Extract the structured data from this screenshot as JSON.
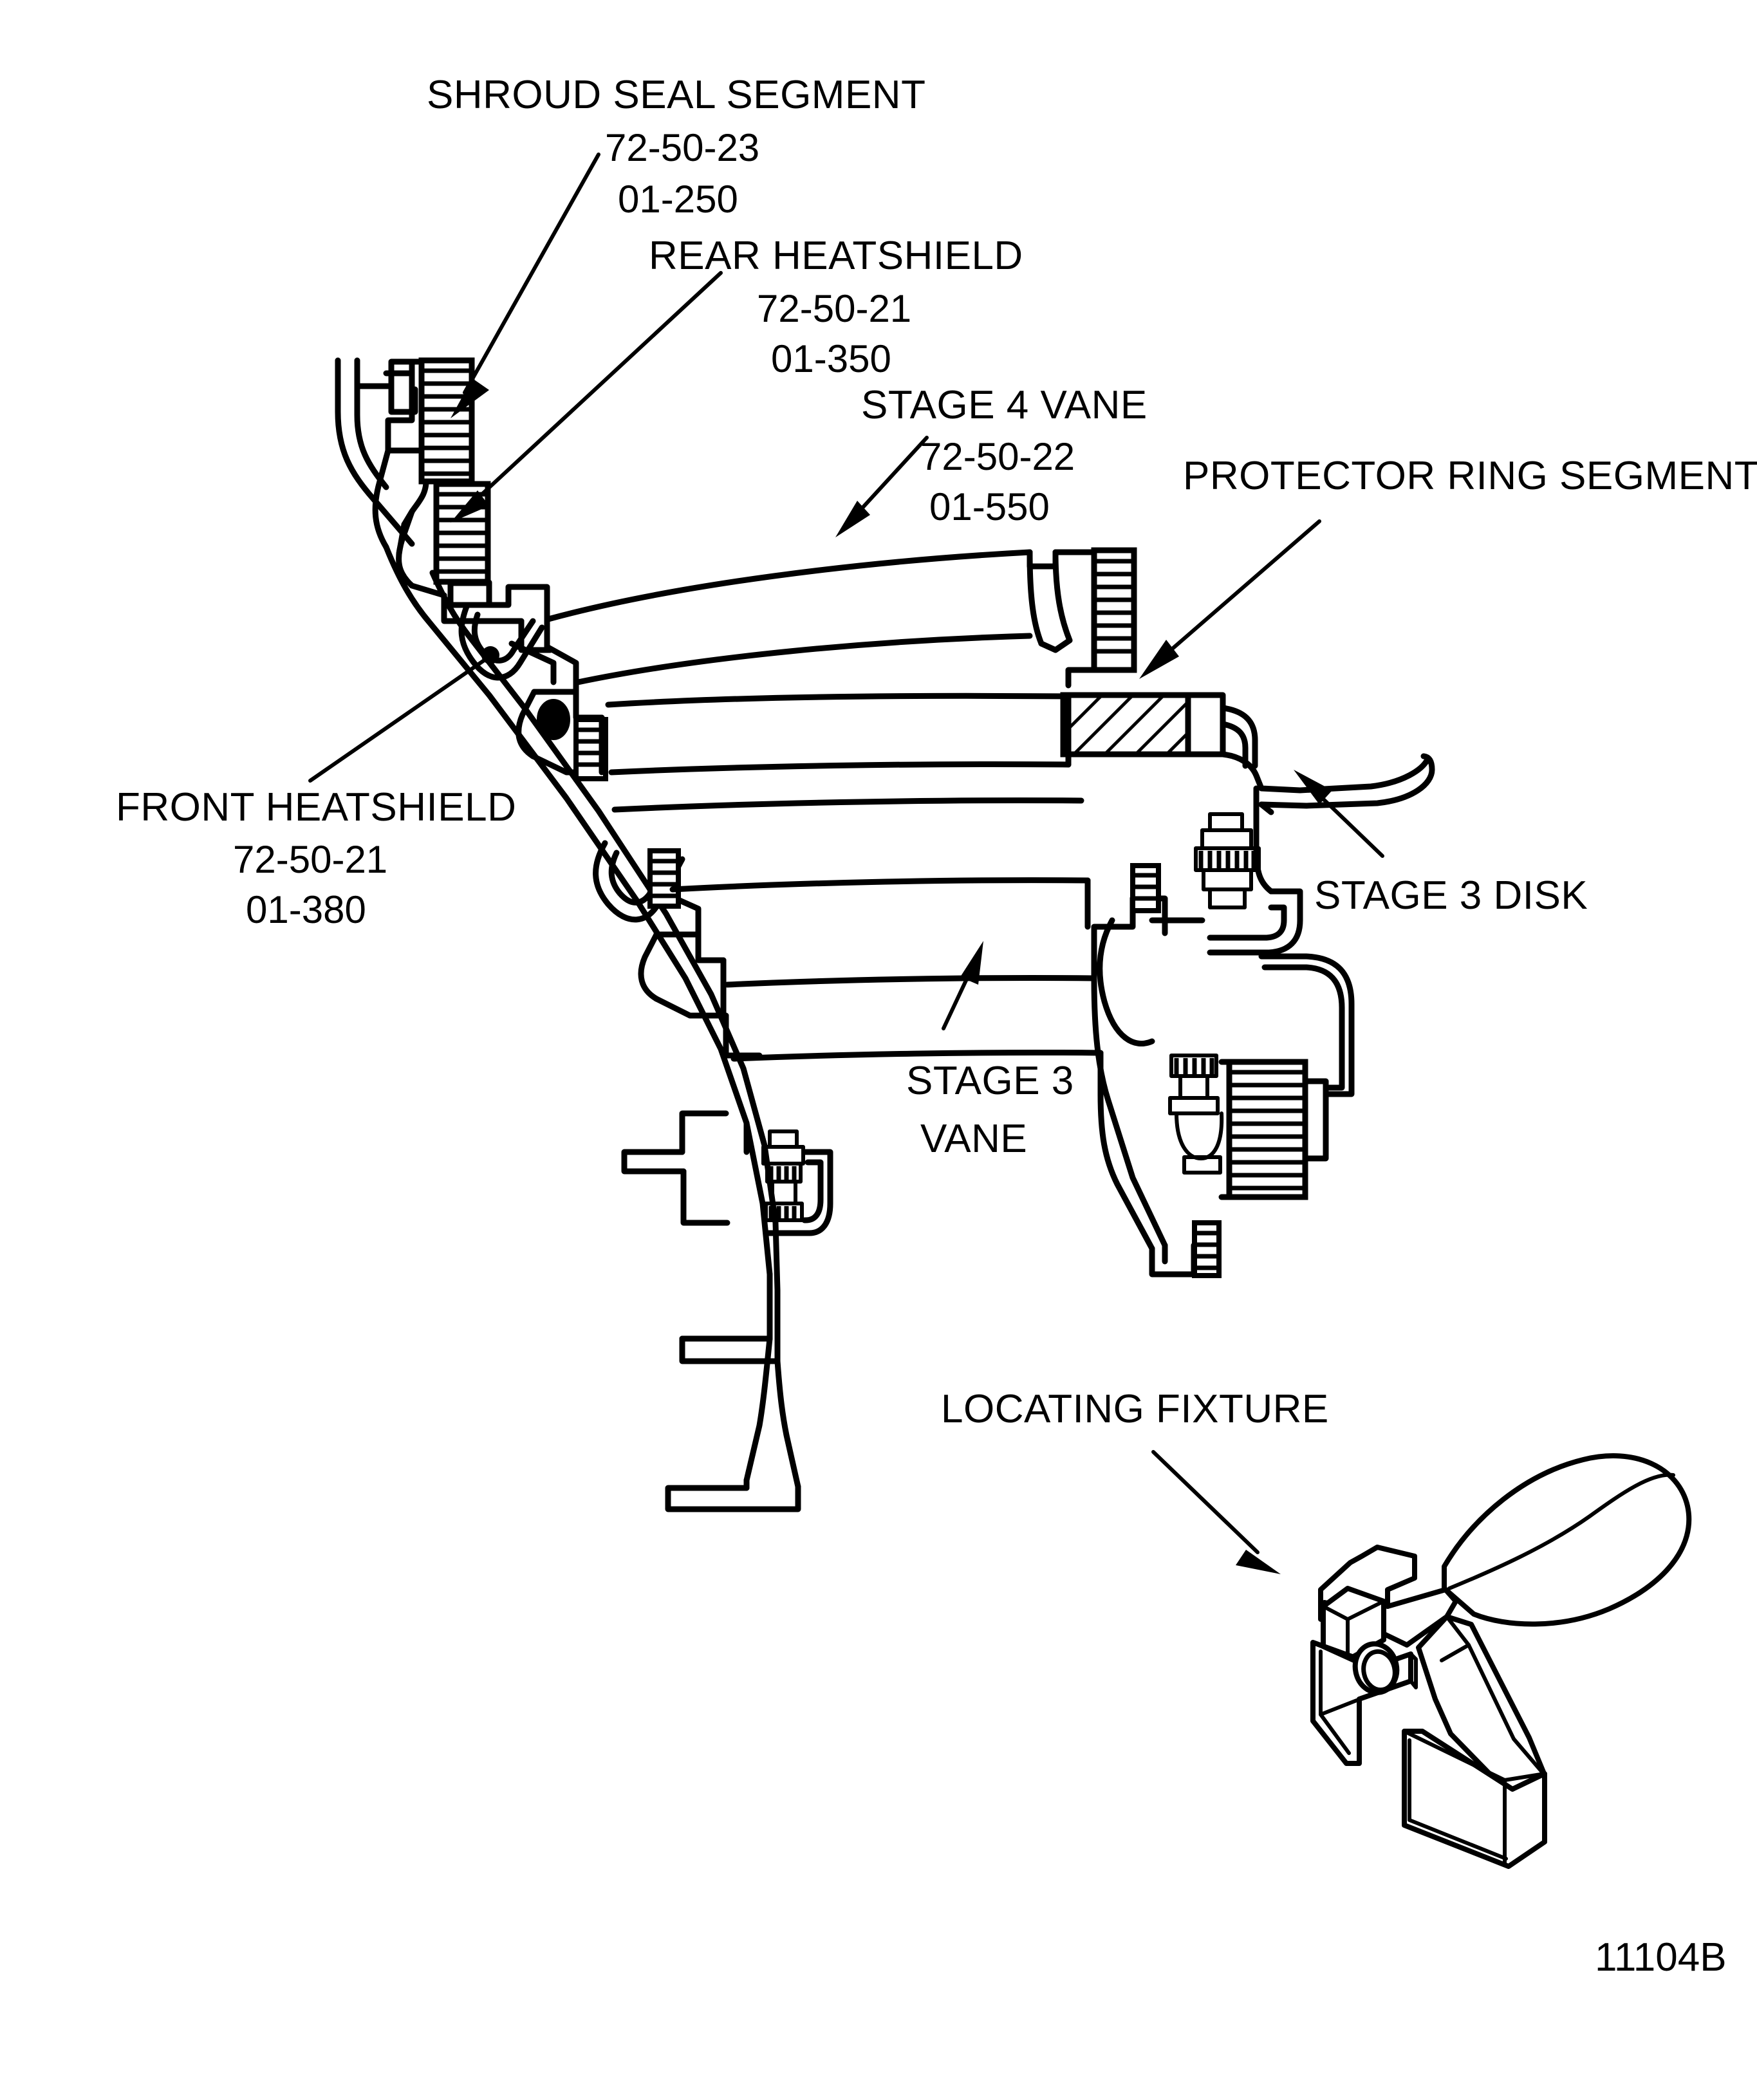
{
  "figure": {
    "reference_number": "11104B",
    "background_color": "#ffffff",
    "line_color": "#000000",
    "type": "engineering-cross-section"
  },
  "callouts": [
    {
      "id": "shroud-seal-segment",
      "title": "SHROUD SEAL SEGMENT",
      "number_1": "72-50-23",
      "number_2": "01-250"
    },
    {
      "id": "rear-heatshield",
      "title": "REAR HEATSHIELD",
      "number_1": "72-50-21",
      "number_2": "01-350"
    },
    {
      "id": "stage-4-vane",
      "title": "STAGE 4 VANE",
      "number_1": "72-50-22",
      "number_2": "01-550"
    },
    {
      "id": "protector-ring-segment",
      "title": "PROTECTOR RING SEGMENT",
      "number_1": "",
      "number_2": ""
    },
    {
      "id": "front-heatshield",
      "title": "FRONT HEATSHIELD",
      "number_1": "72-50-21",
      "number_2": "01-380"
    },
    {
      "id": "stage-3-disk",
      "title": "STAGE 3 DISK",
      "number_1": "",
      "number_2": ""
    },
    {
      "id": "stage-3-vane-line1",
      "title": "STAGE 3",
      "number_1": "VANE",
      "number_2": ""
    },
    {
      "id": "locating-fixture",
      "title": "LOCATING FIXTURE",
      "number_1": "",
      "number_2": ""
    }
  ],
  "labels": {
    "shroud_seal_segment": "SHROUD SEAL SEGMENT",
    "shroud_seal_num1": "72-50-23",
    "shroud_seal_num2": "01-250",
    "rear_heatshield": "REAR HEATSHIELD",
    "rear_heatshield_num1": "72-50-21",
    "rear_heatshield_num2": "01-350",
    "stage4_vane": "STAGE 4 VANE",
    "stage4_vane_num1": "72-50-22",
    "stage4_vane_num2": "01-550",
    "protector_ring_segment": "PROTECTOR RING SEGMENT",
    "front_heatshield": "FRONT HEATSHIELD",
    "front_heatshield_num1": "72-50-21",
    "front_heatshield_num2": "01-380",
    "stage3_disk": "STAGE 3 DISK",
    "stage3_vane_l1": "STAGE 3",
    "stage3_vane_l2": "VANE",
    "locating_fixture": "LOCATING FIXTURE",
    "figure_ref": "11104B"
  }
}
